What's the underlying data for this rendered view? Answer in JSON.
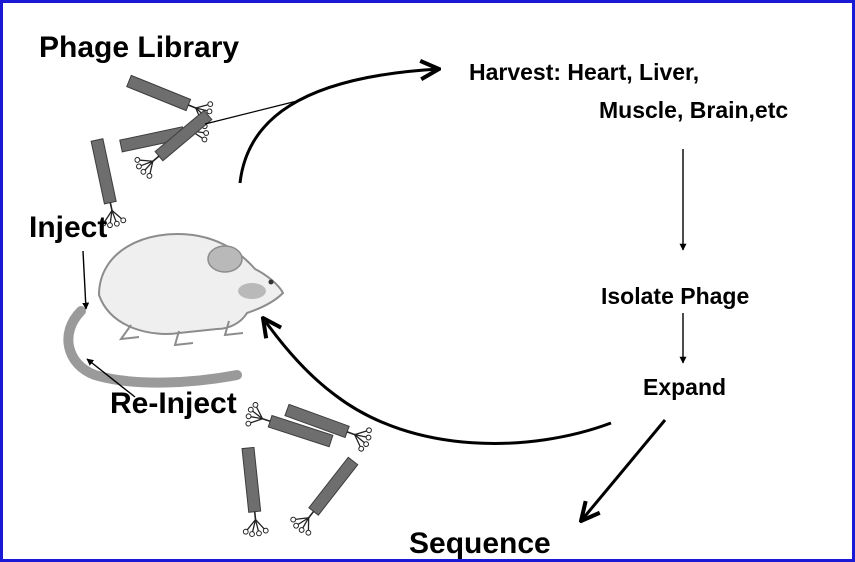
{
  "labels": {
    "phage_library": "Phage Library",
    "inject": "Inject",
    "re_inject": "Re-Inject",
    "harvest_line1": "Harvest: Heart, Liver,",
    "harvest_line2": "Muscle, Brain,etc",
    "isolate": "Isolate Phage",
    "expand": "Expand",
    "sequence": "Sequence"
  },
  "icons": {
    "phage": "phage-particle-icon",
    "mouse": "mouse-icon"
  },
  "colors": {
    "border": "#1a1ad6",
    "phage_body": "#6e6e6e",
    "mouse_fill": "#efefef",
    "mouse_ear": "#b9b9b9",
    "tail": "#9a9a9a",
    "arrow": "#000000"
  }
}
